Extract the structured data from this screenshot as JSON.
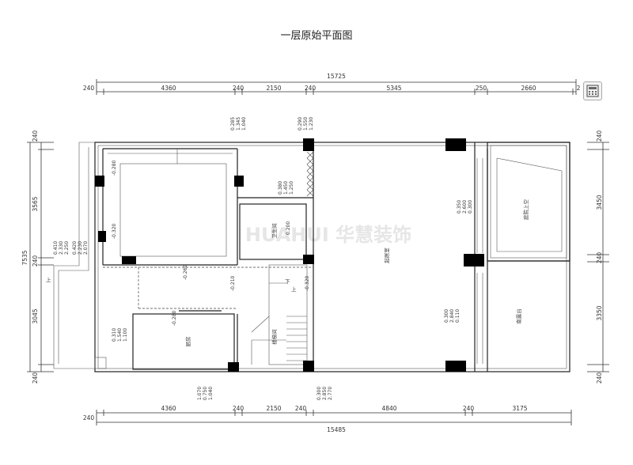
{
  "title": "一层原始平面图",
  "watermark": "HUAHUI 华慧装饰",
  "top_dims": {
    "total": "15725",
    "segments": [
      "240",
      "4360",
      "240",
      "2150",
      "240",
      "5345",
      "250",
      "2660",
      "2"
    ]
  },
  "bottom_dims": {
    "total": "15485",
    "segments": [
      "240",
      "4360",
      "240",
      "2150",
      "240",
      "4840",
      "240",
      "3175"
    ]
  },
  "left_dims": {
    "total": "7535",
    "segments": [
      "240",
      "3565",
      "240",
      "3045",
      "240"
    ]
  },
  "right_dims": {
    "segments": [
      "240",
      "3450",
      "240",
      "3350",
      "240"
    ]
  },
  "level_marks": [
    {
      "id": "top-a",
      "lines": [
        "0.285",
        "1.345",
        "1.040"
      ]
    },
    {
      "id": "top-b",
      "lines": [
        "0.290",
        "1.550",
        "1.230"
      ]
    },
    {
      "id": "left-a",
      "lines": [
        "0.410",
        "2.330",
        "2.250"
      ]
    },
    {
      "id": "left-b",
      "lines": [
        "0.420",
        "2.230",
        "2.070"
      ]
    },
    {
      "id": "bath",
      "lines": [
        "0.380",
        "1.450",
        "1.250"
      ]
    },
    {
      "id": "mid-a",
      "lines": [
        "0.350",
        "2.600",
        "0.300"
      ]
    },
    {
      "id": "mid-b",
      "lines": [
        "0.300",
        "2.840",
        "0.110"
      ]
    },
    {
      "id": "kitchen",
      "lines": [
        "0.310",
        "1.540",
        "1.100"
      ]
    },
    {
      "id": "bot-a",
      "lines": [
        "1.070",
        "0.750",
        "1.040"
      ]
    },
    {
      "id": "bot-b",
      "lines": [
        "0.300",
        "2.850",
        "2.770"
      ]
    }
  ],
  "floor_levels": [
    "-0.280",
    "-0.320",
    "-0.260",
    "-0.210",
    "-0.320",
    "-0.280",
    "0.200"
  ],
  "rooms": {
    "bath": "卫生间",
    "kitchen": "厨房",
    "living": "起居室",
    "stairs": "楼梯间",
    "void": "庭院上空",
    "terrace": "南露台"
  },
  "markers": {
    "up_stair": "上",
    "down_stair": "下",
    "left_up": "上"
  }
}
